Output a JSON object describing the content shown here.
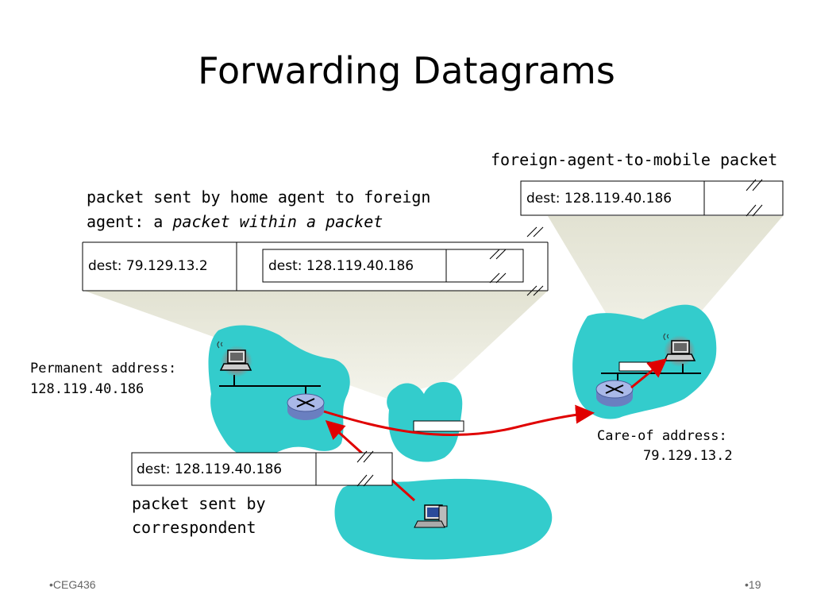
{
  "slide": {
    "title": "Forwarding Datagrams",
    "footer_left": "•CEG436",
    "footer_right": "•19"
  },
  "labels": {
    "foreign_agent_to_mobile": "foreign-agent-to-mobile packet",
    "home_agent_line1": "packet sent by home agent to foreign",
    "home_agent_line2_prefix": "agent: a ",
    "home_agent_line2_italic": "packet within a packet",
    "permanent_address_line1": "Permanent address:",
    "permanent_address_line2": "128.119.40.186",
    "care_of_line1": "Care-of address:",
    "care_of_line2": "79.129.13.2",
    "correspondent_line1": "packet sent by",
    "correspondent_line2": "correspondent"
  },
  "packets": {
    "outer_dest": "dest: 79.129.13.2",
    "inner_dest": "dest: 128.119.40.186",
    "mobile_dest": "dest: 128.119.40.186",
    "correspondent_dest": "dest: 128.119.40.186"
  },
  "colors": {
    "network": "#33cccc",
    "arrow": "#e00000",
    "router": "#8aa0d8"
  },
  "icons": {
    "laptop": "laptop-icon",
    "router": "router-icon",
    "desktop": "desktop-computer-icon"
  }
}
